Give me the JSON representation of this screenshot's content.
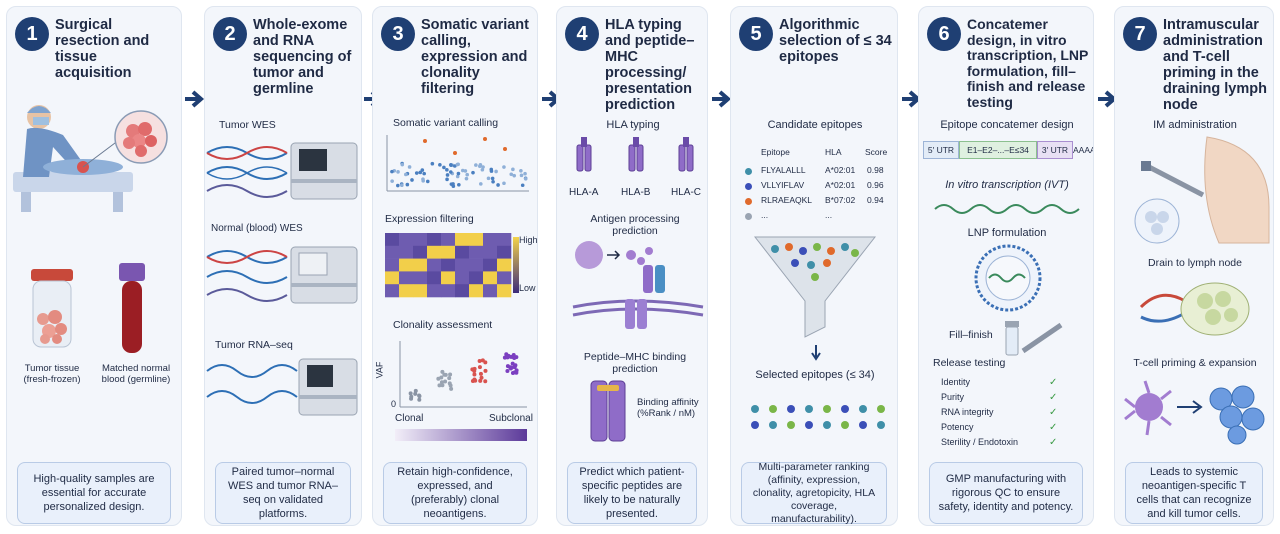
{
  "colors": {
    "navy": "#1f3f73",
    "panel_bg": "#f3f6fb",
    "summary_bg": "#e9f0fb",
    "purple": "#7b5cb8",
    "check_green": "#3a9b45"
  },
  "steps": [
    {
      "num": "1",
      "title": "Surgical resection and tissue acquisition",
      "labels": {
        "tumor_tissue": "Tumor tissue (fresh-frozen)",
        "matched_blood": "Matched normal blood (germline)"
      },
      "summary": "High-quality samples are essential for accurate personalized design."
    },
    {
      "num": "2",
      "title": "Whole-exome and RNA sequencing of tumor and germline",
      "labels": {
        "tumor_wes": "Tumor WES",
        "normal_wes": "Normal (blood) WES",
        "tumor_rna": "Tumor RNA–seq"
      },
      "summary": "Paired tumor–normal WES and tumor RNA–seq on validated platforms."
    },
    {
      "num": "3",
      "title": "Somatic variant calling, expression and clonality filtering",
      "labels": {
        "variant_calling": "Somatic variant calling",
        "expression": "Expression filtering",
        "high": "High",
        "low": "Low",
        "clonality": "Clonality assessment",
        "vaf": "VAF",
        "zero": "0",
        "clonal": "Clonal",
        "subclonal": "Subclonal"
      },
      "summary": "Retain high-confidence, expressed, and (preferably) clonal neoantigens."
    },
    {
      "num": "4",
      "title": "HLA typing and peptide–MHC processing/ presentation prediction",
      "labels": {
        "hla_typing": "HLA typing",
        "hla_a": "HLA-A",
        "hla_b": "HLA-B",
        "hla_c": "HLA-C",
        "antigen_processing": "Antigen processing prediction",
        "binding_pred": "Peptide–MHC binding prediction",
        "binding_affinity": "Binding affinity (%Rank / nM)"
      },
      "summary": "Predict which patient-specific peptides are likely to be naturally presented."
    },
    {
      "num": "5",
      "title": "Algorithmic selection of ≤ 34 epitopes",
      "labels": {
        "candidates": "Candidate epitopes",
        "selected": "Selected epitopes (≤ 34)"
      },
      "table": {
        "headers": [
          "Epitope",
          "HLA",
          "Score"
        ],
        "rows": [
          {
            "epitope": "FLYALALLL",
            "hla": "A*02:01",
            "score": "0.98",
            "dot": "#3f8fa8"
          },
          {
            "epitope": "VLLYIFLAV",
            "hla": "A*02:01",
            "score": "0.96",
            "dot": "#3b4fb8"
          },
          {
            "epitope": "RLRAEAQKL",
            "hla": "B*07:02",
            "score": "0.94",
            "dot": "#e06a2c"
          },
          {
            "epitope": "...",
            "hla": "...",
            "score": "",
            "dot": "#9aa4b2"
          }
        ]
      },
      "summary": "Multi-parameter ranking (affinity, expression, clonality, agretopicity, HLA coverage, manufacturability)."
    },
    {
      "num": "6",
      "title": "Concatemer design, in vitro transcription, LNP formulation, fill–finish and release testing",
      "labels": {
        "concatemer_design": "Epitope concatemer design",
        "utr5": "5′ UTR",
        "chain": "E1–E2–...–E≤34",
        "utr3": "3′ UTR",
        "polya": "AAAA",
        "ivt": "In vitro transcription (IVT)",
        "lnp": "LNP formulation",
        "fill_finish": "Fill–finish",
        "release": "Release testing"
      },
      "release_items": [
        "Identity",
        "Purity",
        "RNA integrity",
        "Potency",
        "Sterility / Endotoxin"
      ],
      "summary": "GMP manufacturing with rigorous QC to ensure safety, identity and potency."
    },
    {
      "num": "7",
      "title": "Intramuscular administration and T-cell priming in the draining lymph node",
      "labels": {
        "im_admin": "IM administration",
        "drain": "Drain to lymph node",
        "priming": "T-cell priming & expansion"
      },
      "summary": "Leads to systemic neoantigen-specific T cells that can recognize and kill tumor cells."
    }
  ]
}
